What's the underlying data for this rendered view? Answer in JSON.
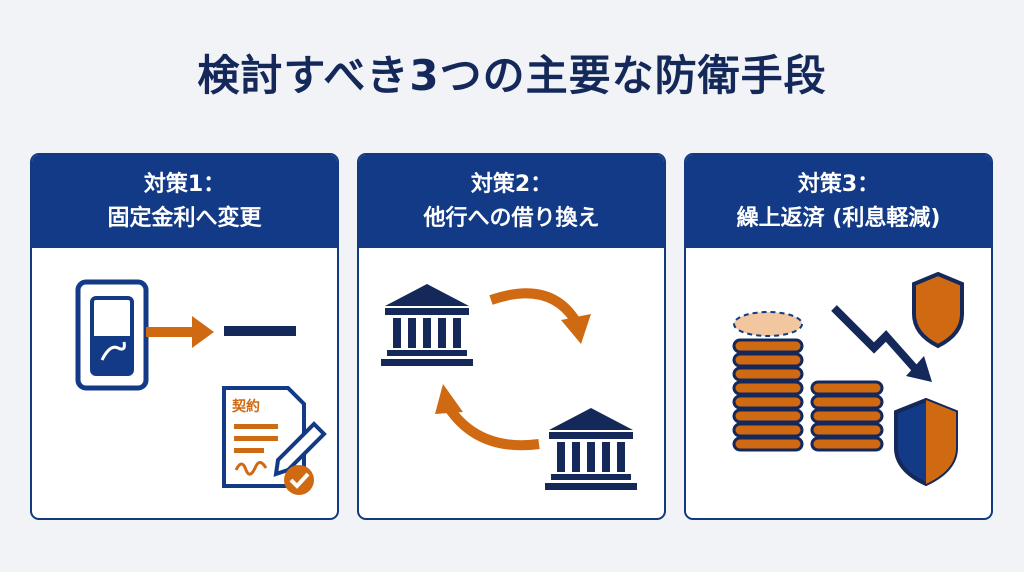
{
  "title": "検討すべき3つの主要な防衛手段",
  "cards": [
    {
      "line1": "対策1：",
      "line2": "固定金利へ変更",
      "contract_label": "契約"
    },
    {
      "line1": "対策2：",
      "line2": "他行への借り換え"
    },
    {
      "line1": "対策3：",
      "line2": "繰上返済 (利息軽減)"
    }
  ],
  "colors": {
    "navy": "#123a86",
    "dark_navy": "#14285a",
    "orange": "#d06a12",
    "background": "#f1f3f7"
  }
}
